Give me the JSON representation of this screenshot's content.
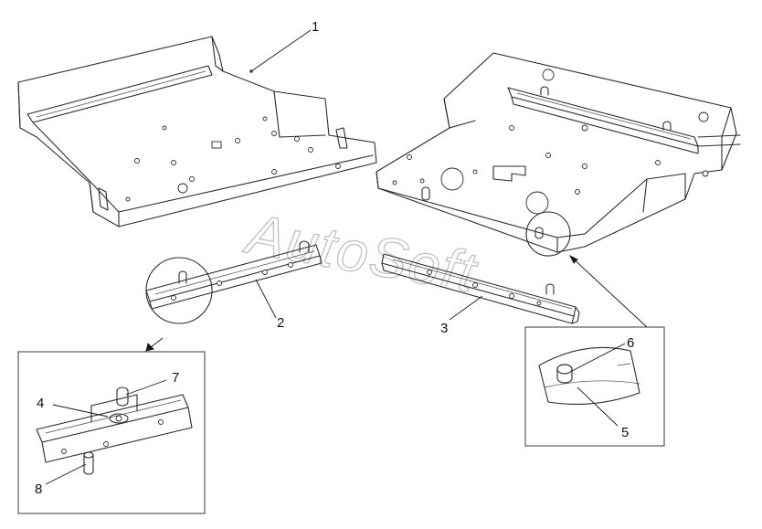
{
  "watermark": "AutoSoft",
  "callouts": [
    {
      "id": "1",
      "label": "1"
    },
    {
      "id": "2",
      "label": "2"
    },
    {
      "id": "3",
      "label": "3"
    },
    {
      "id": "4",
      "label": "4"
    },
    {
      "id": "5",
      "label": "5"
    },
    {
      "id": "6",
      "label": "6"
    },
    {
      "id": "7",
      "label": "7"
    },
    {
      "id": "8",
      "label": "8"
    }
  ],
  "colors": {
    "line": "#2b2b2b",
    "watermark": "#bdbdbd",
    "background": "#ffffff"
  }
}
